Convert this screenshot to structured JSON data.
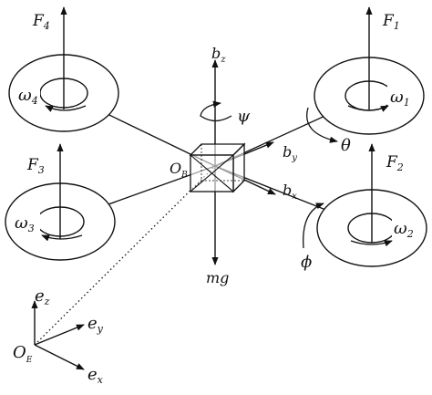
{
  "colors": {
    "ink": "#111111",
    "background": "#ffffff"
  },
  "forces": {
    "f1": {
      "base": "F",
      "sub": "1"
    },
    "f2": {
      "base": "F",
      "sub": "2"
    },
    "f3": {
      "base": "F",
      "sub": "3"
    },
    "f4": {
      "base": "F",
      "sub": "4"
    }
  },
  "rotor_speeds": {
    "w1": {
      "base": "ω",
      "sub": "1"
    },
    "w2": {
      "base": "ω",
      "sub": "2"
    },
    "w3": {
      "base": "ω",
      "sub": "3"
    },
    "w4": {
      "base": "ω",
      "sub": "4"
    }
  },
  "body_frame": {
    "origin": {
      "base": "O",
      "sub": "B"
    },
    "bx": {
      "base": "b",
      "sub": "x"
    },
    "by": {
      "base": "b",
      "sub": "y"
    },
    "bz": {
      "base": "b",
      "sub": "z"
    }
  },
  "angles": {
    "yaw": "ψ",
    "pitch": "θ",
    "roll": "ϕ"
  },
  "gravity": "mg",
  "earth_frame": {
    "origin": {
      "base": "O",
      "sub": "E"
    },
    "ex": {
      "base": "e",
      "sub": "x"
    },
    "ey": {
      "base": "e",
      "sub": "y"
    },
    "ez": {
      "base": "e",
      "sub": "z"
    }
  }
}
